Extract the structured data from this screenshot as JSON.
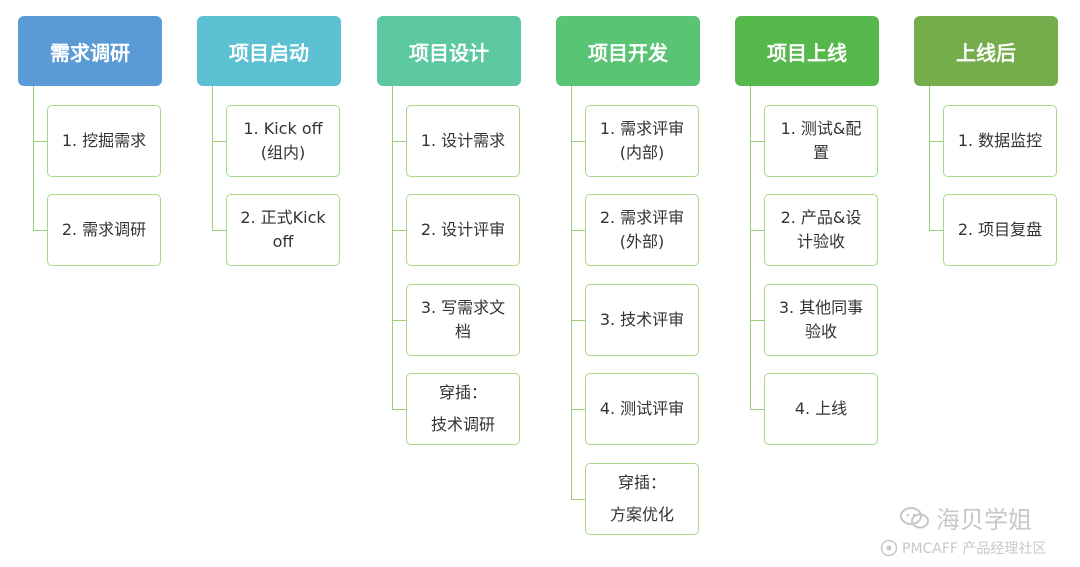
{
  "columns": [
    {
      "title": "需求调研",
      "color": "#5b9bd5",
      "items": [
        "1. 挖掘需求",
        "2. 需求调研"
      ]
    },
    {
      "title": "项目启动",
      "color": "#5bc0d1",
      "items": [
        "1. Kick off\n(组内)",
        "2. 正式Kick\noff"
      ]
    },
    {
      "title": "项目设计",
      "color": "#5cc8a0",
      "items": [
        "1. 设计需求",
        "2. 设计评审",
        "3. 写需求文\n档",
        "穿插：\n技术调研"
      ]
    },
    {
      "title": "项目开发",
      "color": "#58c474",
      "items": [
        "1. 需求评审\n(内部)",
        "2. 需求评审\n(外部)",
        "3. 技术评审",
        "4. 测试评审",
        "穿插：\n方案优化"
      ]
    },
    {
      "title": "项目上线",
      "color": "#54b94a",
      "items": [
        "1. 测试&配\n置",
        "2. 产品&设\n计验收",
        "3. 其他同事\n验收",
        "4. 上线"
      ]
    },
    {
      "title": "上线后",
      "color": "#76ad4c",
      "items": [
        "1. 数据监控",
        "2. 项目复盘"
      ]
    }
  ],
  "watermark": {
    "brand": "海贝学姐",
    "community": "PMCAFF 产品经理社区",
    "wechat_icon": "wechat-icon",
    "community_icon": "pmcaff-logo-icon"
  }
}
